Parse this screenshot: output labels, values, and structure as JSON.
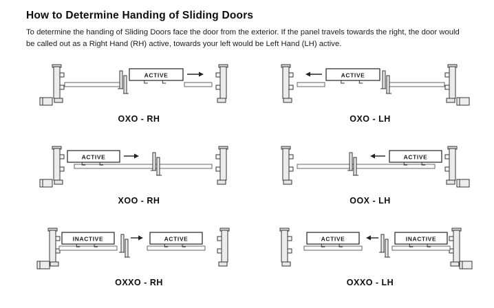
{
  "page": {
    "title": "How to Determine Handing of Sliding Doors",
    "intro_lines": [
      "To determine the handing of Sliding Doors face the door from the exterior.  If the panel travels towards the right, the door would",
      "be called out as a Right Hand (RH) active, towards your left would be Left Hand (LH) active."
    ]
  },
  "diagrams": [
    {
      "caption": "OXO - RH",
      "layout": "oxo",
      "mirrored": false,
      "panels_left_to_right": [
        "ACTIVE"
      ],
      "arrow_direction": "right"
    },
    {
      "caption": "OXO - LH",
      "layout": "oxo",
      "mirrored": true,
      "panels_left_to_right": [
        "ACTIVE"
      ],
      "arrow_direction": "left"
    },
    {
      "caption": "XOO - RH",
      "layout": "xoo",
      "mirrored": false,
      "panels_left_to_right": [
        "ACTIVE"
      ],
      "arrow_direction": "right"
    },
    {
      "caption": "OOX - LH",
      "layout": "xoo",
      "mirrored": true,
      "panels_left_to_right": [
        "ACTIVE"
      ],
      "arrow_direction": "left"
    },
    {
      "caption": "OXXO - RH",
      "layout": "oxxo",
      "mirrored": false,
      "panels_left_to_right": [
        "INACTIVE",
        "ACTIVE"
      ],
      "arrow_direction": "right"
    },
    {
      "caption": "OXXO - LH",
      "layout": "oxxo",
      "mirrored": true,
      "panels_left_to_right": [
        "ACTIVE",
        "INACTIVE"
      ],
      "arrow_direction": "left"
    }
  ]
}
